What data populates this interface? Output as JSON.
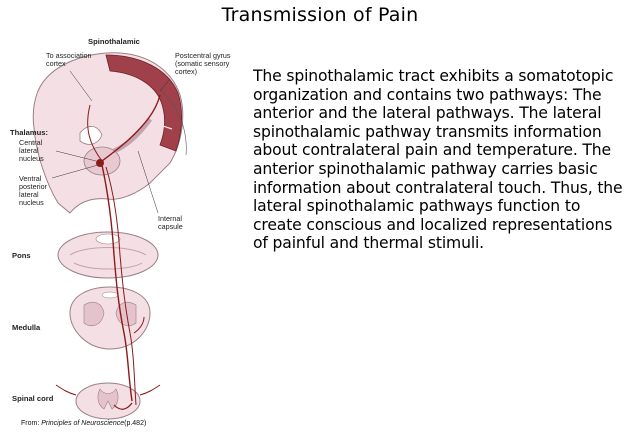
{
  "slide": {
    "title": "Transmission of Pain",
    "body": "The spinothalamic tract exhibits a somatotopic organization and contains two pathways: The anterior and the lateral pathways. The lateral spinothalamic pathway transmits information about contralateral pain and temperature. The anterior spinothalamic pathway carries basic information about contralateral touch.  Thus, the lateral spinothalamic pathways function to create conscious and localized representations of painful and thermal stimuli."
  },
  "figure": {
    "labels": {
      "header": "Spinothalamic",
      "association_cortex": "To association cortex",
      "postcentral_gyrus": "Postcentral gyrus (somatic sensory cortex)",
      "thalamus": "Thalamus:",
      "central_lateral": "Central lateral nucleus",
      "ventral_posterior": "Ventral posterior lateral nucleus",
      "internal_capsule": "Internal capsule",
      "pons": "Pons",
      "medulla": "Medulla",
      "spinal_cord": "Spinal cord"
    },
    "colors": {
      "tract": "#8b1a1a",
      "tissue": "#f3dfe4",
      "tissue_line": "#9a7f86",
      "cortex": "#a0404a"
    }
  },
  "credit": {
    "prefix": "From: ",
    "source": "Principles of Neuroscience",
    "page": "(p.482)"
  }
}
